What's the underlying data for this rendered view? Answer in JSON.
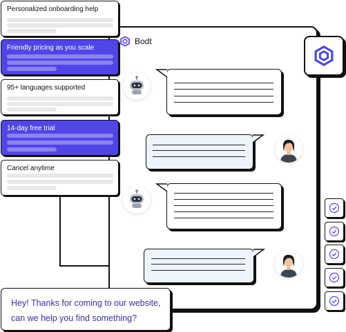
{
  "app": {
    "name": "Bodt"
  },
  "features": [
    {
      "label": "Personalized onboarding help",
      "active": false
    },
    {
      "label": "Friendly pricing as you scale",
      "active": true
    },
    {
      "label": "95+ languages supported",
      "active": false
    },
    {
      "label": "14-day free trial",
      "active": true
    },
    {
      "label": "Cancel anytime",
      "active": false
    }
  ],
  "chat": {
    "greeting_line1": "Hey! Thanks for coming to our website,",
    "greeting_line2": "can we help you find something?"
  },
  "colors": {
    "accent": "#4f46e5",
    "accent_light": "#8a83f0",
    "user_bubble": "#eef4fb",
    "outline": "#111111"
  },
  "icons": [
    "bodt-logo-icon",
    "bot-avatar-icon",
    "user-avatar-icon",
    "check-circle-icon"
  ]
}
